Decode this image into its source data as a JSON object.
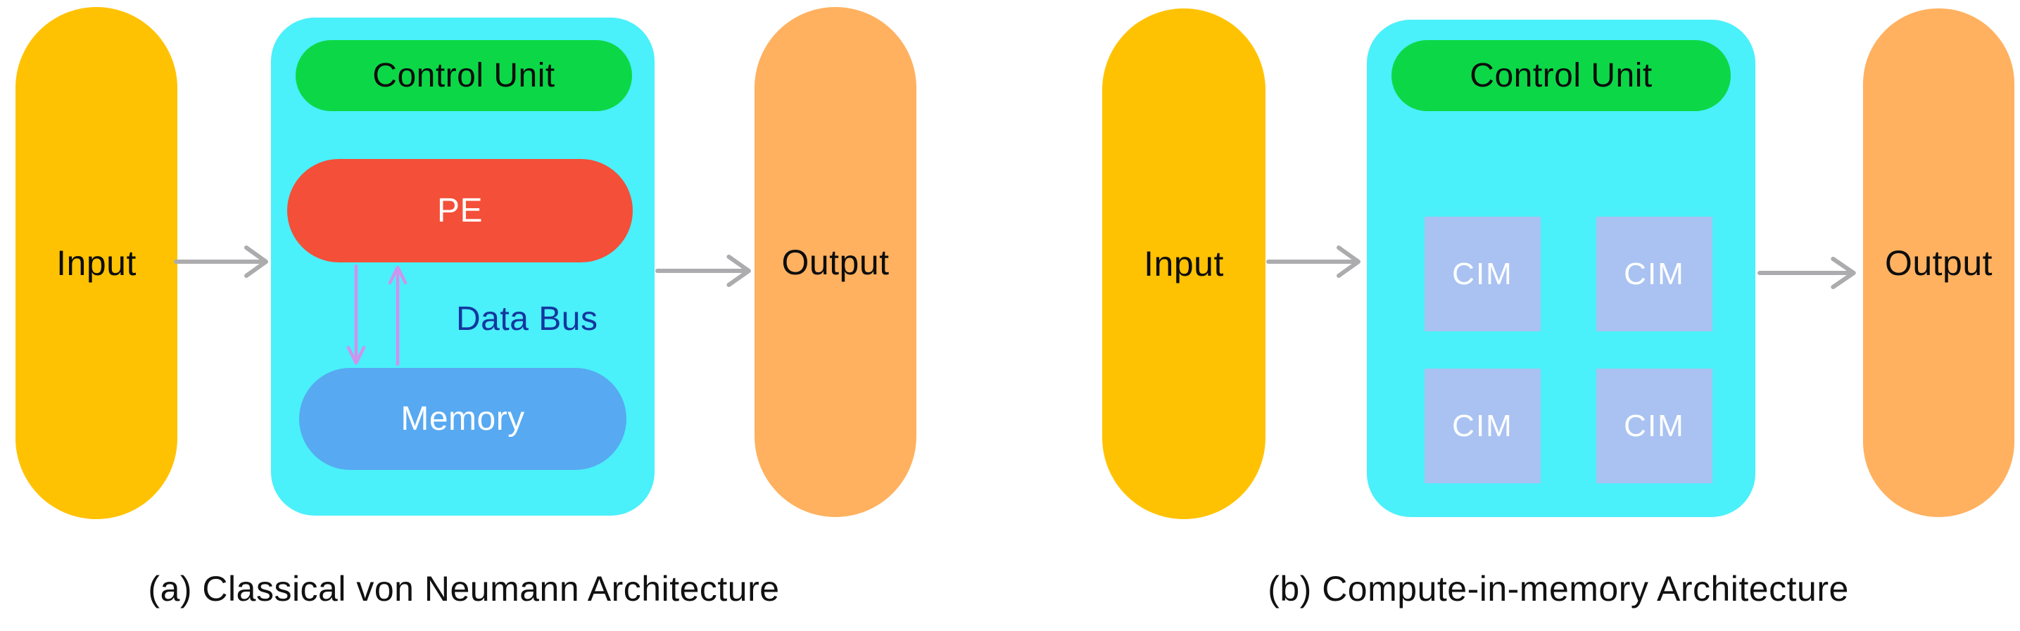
{
  "colors": {
    "input_fill": "#FFC203",
    "output_fill": "#FFB15F",
    "chip_fill": "#4AF0FA",
    "control_fill": "#0CD847",
    "pe_fill": "#F44F39",
    "memory_fill": "#57A9F1",
    "cim_fill": "#A9C2F1",
    "bus_label": "#14379E",
    "bus_arrow": "#CF92EE",
    "flow_arrow": "#ACACAE",
    "label_dark": "#0D0D0D",
    "label_light": "#FFFFFF"
  },
  "panel_a": {
    "caption": "(a) Classical von Neumann Architecture",
    "input_label": "Input",
    "output_label": "Output",
    "control_unit_label": "Control Unit",
    "pe_label": "PE",
    "memory_label": "Memory",
    "data_bus_label": "Data Bus"
  },
  "panel_b": {
    "caption": "(b) Compute-in-memory Architecture",
    "input_label": "Input",
    "output_label": "Output",
    "control_unit_label": "Control Unit",
    "cim_labels": [
      "CIM",
      "CIM",
      "CIM",
      "CIM"
    ]
  }
}
